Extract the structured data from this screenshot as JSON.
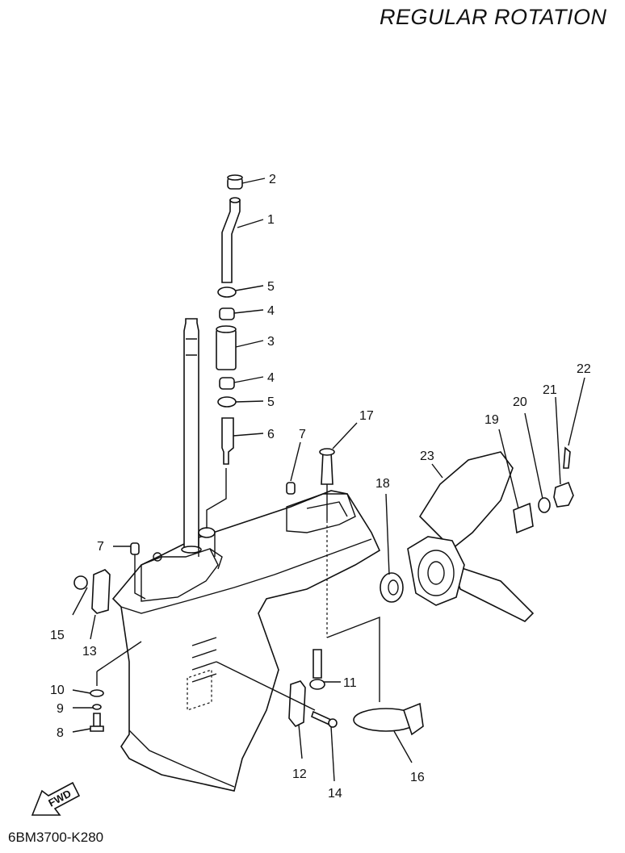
{
  "title": "REGULAR ROTATION",
  "diagram_code": "6BM3700-K280",
  "fwd_label": "FWD",
  "callouts": {
    "c1": "1",
    "c2": "2",
    "c3": "3",
    "c4a": "4",
    "c4b": "4",
    "c5a": "5",
    "c5b": "5",
    "c6": "6",
    "c7a": "7",
    "c7b": "7",
    "c8": "8",
    "c9": "9",
    "c10": "10",
    "c11": "11",
    "c12": "12",
    "c13": "13",
    "c14": "14",
    "c15": "15",
    "c16": "16",
    "c17": "17",
    "c18": "18",
    "c19": "19",
    "c20": "20",
    "c21": "21",
    "c22": "22",
    "c23": "23"
  }
}
